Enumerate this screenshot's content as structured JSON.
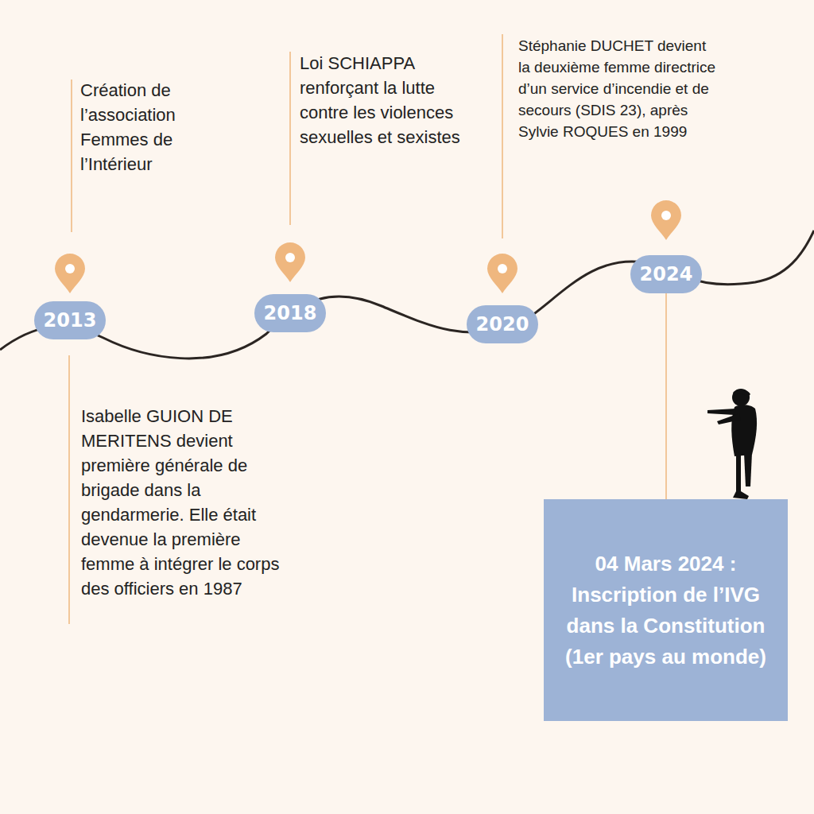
{
  "diagram": {
    "nodes": [
      {
        "text": [
          "2013"
        ]
      },
      {
        "text": [
          "2018"
        ]
      },
      {
        "text": [
          "2020"
        ]
      },
      {
        "text": [
          "2024"
        ]
      },
      {
        "text": [
          "04 Mars 2024 : Inscription de l’IVG dans la Constitution (1er pays au monde)"
        ]
      }
    ],
    "edges": [
      {
        "from": 3,
        "to": 4,
        "arrow": "none"
      }
    ],
    "labels": [
      "Création de l’association Femmes de l’Intérieur",
      "Loi SCHIAPPA renforçant la lutte contre les violences sexuelles et sexistes",
      "Stéphanie DUCHET devient la deuxième femme directrice d’un service d’incendie et de secours (SDIS 23), après Sylvie ROQUES en 1999",
      "Isabelle GUION DE MERITENS devient première générale de brigade dans la gendarmerie. Elle était devenue la première femme à intégrer le corps des officiers en 1987"
    ]
  }
}
